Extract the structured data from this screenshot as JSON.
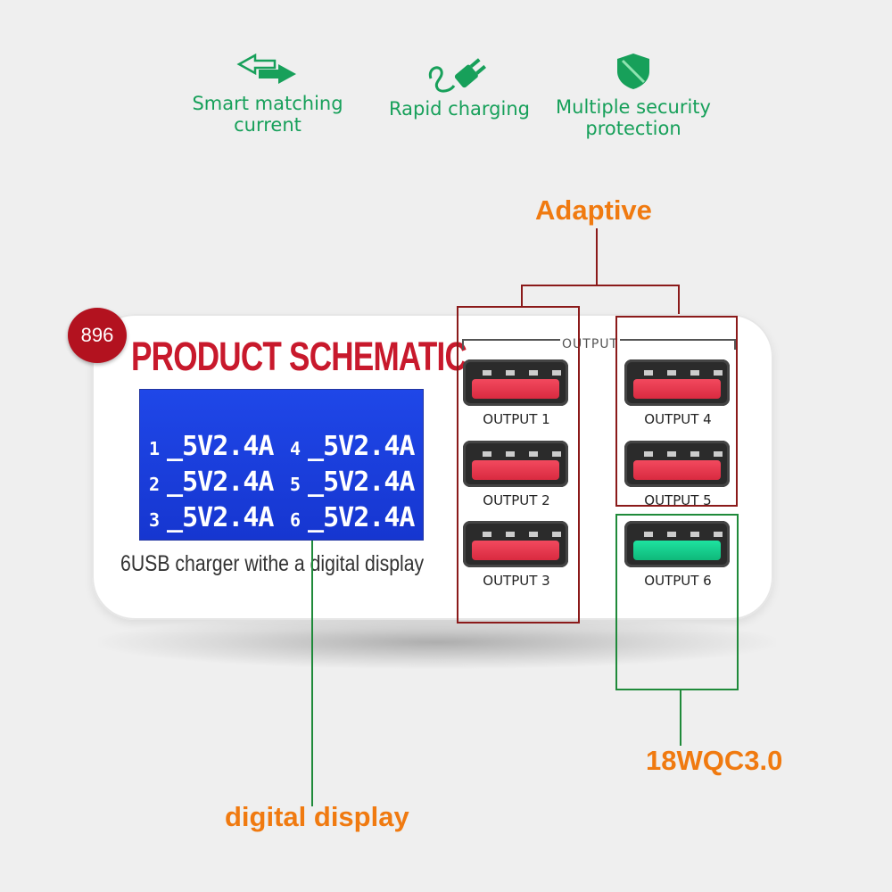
{
  "features": [
    {
      "icon": "arrows-icon",
      "lines": [
        "Smart matching",
        "current"
      ]
    },
    {
      "icon": "plug-icon",
      "lines": [
        "Rapid charging"
      ]
    },
    {
      "icon": "shield-icon",
      "lines": [
        "Multiple security",
        "protection"
      ]
    }
  ],
  "badge": "896",
  "title": "PRODUCT SCHEMATIC",
  "lcd": {
    "rows": [
      [
        {
          "num": "1",
          "val": "_5V2.4A"
        },
        {
          "num": "4",
          "val": "_5V2.4A"
        }
      ],
      [
        {
          "num": "2",
          "val": "_5V2.4A"
        },
        {
          "num": "5",
          "val": "_5V2.4A"
        }
      ],
      [
        {
          "num": "3",
          "val": "_5V2.4A"
        },
        {
          "num": "6",
          "val": "_5V2.4A"
        }
      ]
    ]
  },
  "caption": "6USB charger withe a digital display",
  "output_header": "OUTPUT",
  "ports": [
    {
      "label": "OUTPUT 1",
      "type": "red"
    },
    {
      "label": "OUTPUT 2",
      "type": "red"
    },
    {
      "label": "OUTPUT 3",
      "type": "red"
    },
    {
      "label": "OUTPUT 4",
      "type": "red"
    },
    {
      "label": "OUTPUT 5",
      "type": "red"
    },
    {
      "label": "OUTPUT 6",
      "type": "green"
    }
  ],
  "callouts": {
    "adaptive": "Adaptive",
    "qc": "18WQC3.0",
    "digital": "digital display"
  },
  "colors": {
    "feature_green": "#17a05a",
    "callout_orange": "#f07a10",
    "title_red": "#c8192c",
    "box_red": "#8b1a1a",
    "box_green": "#1f8a3a",
    "lcd_blue": "#1f47e8"
  }
}
